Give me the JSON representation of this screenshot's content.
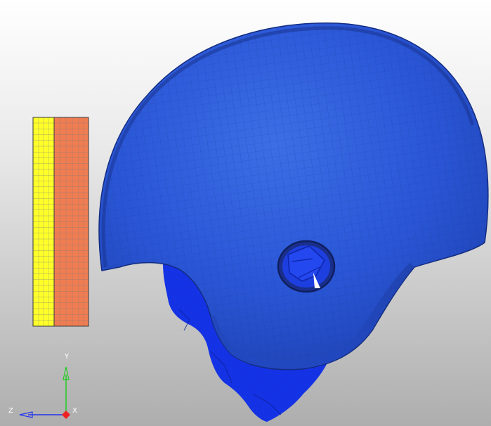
{
  "viewport": {
    "background_top": "#ffffff",
    "background_bottom": "#aeaeae"
  },
  "model": {
    "shell_color": "#2a56d6",
    "inner_liner_color": "#1432e6",
    "mesh_line_color": "#1a3da8"
  },
  "material_sample": {
    "layer_colors": [
      "#ffff2a",
      "#f07d52"
    ],
    "grid_line_color": "#7a7a7a"
  },
  "triad": {
    "labels": {
      "y": "Y",
      "z": "Z",
      "x": "X"
    },
    "colors": {
      "y": "#22cc22",
      "z": "#2233ee",
      "x": "#ee2222"
    }
  }
}
